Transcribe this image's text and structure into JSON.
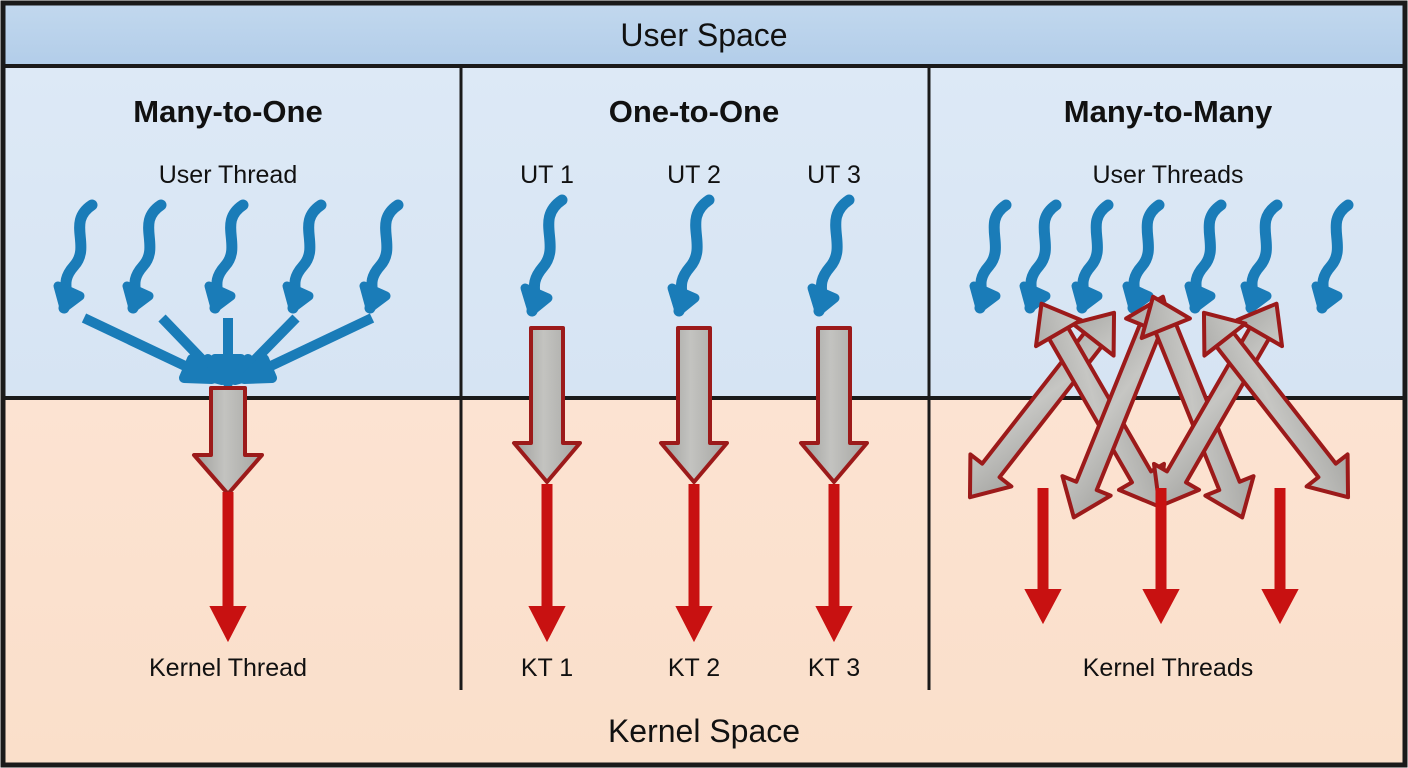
{
  "diagram": {
    "title_top": "User Space",
    "title_bottom": "Kernel Space",
    "colors": {
      "user_space_band": "#b9d2ea",
      "user_space_panel": "#dbe7f5",
      "kernel_space": "#fbe1cf",
      "thread_blue": "#1a7cb8",
      "kernel_red": "#c81111",
      "block_arrow_fill": "#b5b5b2",
      "block_arrow_stroke": "#9c1a1a",
      "frame": "#1a1a1a",
      "text": "#111111"
    }
  },
  "panels": [
    {
      "id": "many-to-one",
      "title": "Many-to-One",
      "user_label": "User Thread",
      "kernel_label": "Kernel Thread",
      "user_thread_count": 5,
      "kernel_thread_count": 1,
      "mapping": "many user threads to one kernel thread"
    },
    {
      "id": "one-to-one",
      "title": "One-to-One",
      "user_label": "",
      "kernel_label": "",
      "user_thread_count": 3,
      "kernel_thread_count": 3,
      "user_thread_labels": [
        "UT 1",
        "UT 2",
        "UT 3"
      ],
      "kernel_thread_labels": [
        "KT 1",
        "KT 2",
        "KT 3"
      ],
      "mapping": "each user thread to its own kernel thread"
    },
    {
      "id": "many-to-many",
      "title": "Many-to-Many",
      "user_label": "User Threads",
      "kernel_label": "Kernel Threads",
      "user_thread_count": 7,
      "kernel_thread_count": 3,
      "mapping": "many user threads multiplexed onto fewer kernel threads"
    }
  ]
}
